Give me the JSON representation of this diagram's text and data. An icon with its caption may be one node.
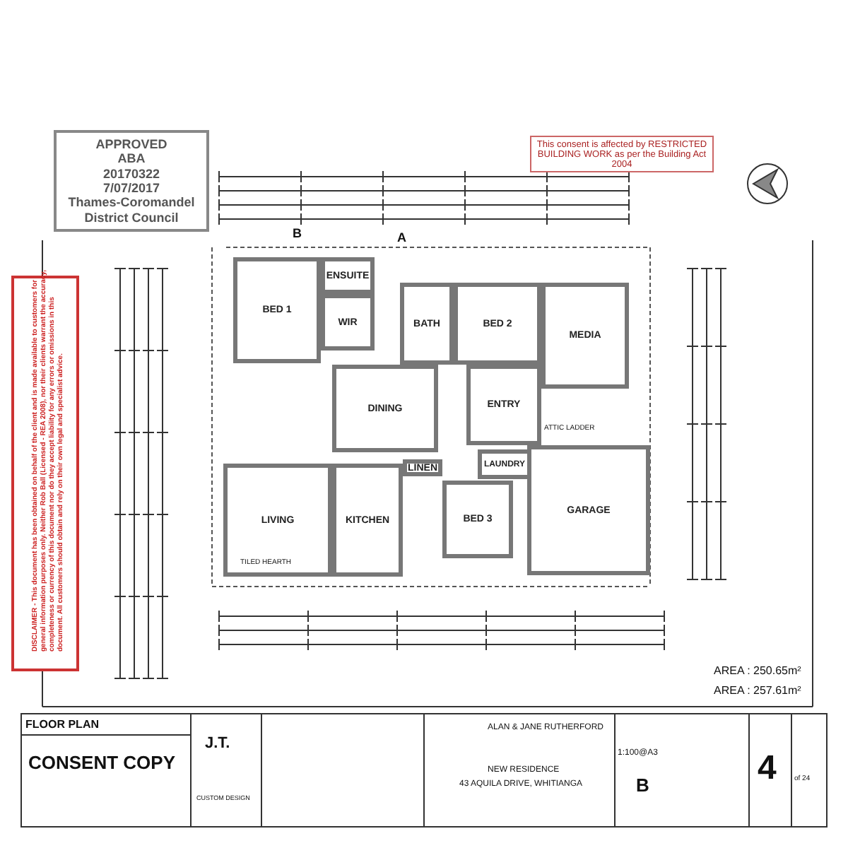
{
  "diagram": {
    "title": "FLOOR PLAN",
    "nodes": [
      {
        "text": [
          "APPROVED",
          "ABA",
          "20170322",
          "7/07/2017",
          "Thames-Coromandel District Council"
        ]
      },
      {
        "text": [
          "DISCLAIMER - This document has been obtained on behalf of the client and is made available to customers for general information purposes only. Neither Rob Ball (Licensed - REA 2008), nor their clients warrant the accuracy, completeness or currency of this document nor do they accept liability for any errors or omissions in this document. All customers should obtain and rely on their own legal and specialist advice."
        ]
      },
      {
        "text": [
          "This consent is affected by RESTRICTED BUILDING WORK as per the Building Act 2004"
        ]
      },
      {
        "text": [
          "BED 1"
        ]
      },
      {
        "text": [
          "ENSUITE"
        ]
      },
      {
        "text": [
          "WIR"
        ]
      },
      {
        "text": [
          "BATH"
        ]
      },
      {
        "text": [
          "BED 2"
        ]
      },
      {
        "text": [
          "MEDIA"
        ]
      },
      {
        "text": [
          "DINING"
        ]
      },
      {
        "text": [
          "ENTRY"
        ]
      },
      {
        "text": [
          "LINEN"
        ]
      },
      {
        "text": [
          "LAUNDRY"
        ]
      },
      {
        "text": [
          "LIVING"
        ]
      },
      {
        "text": [
          "KITCHEN"
        ]
      },
      {
        "text": [
          "BED 3"
        ]
      },
      {
        "text": [
          "GARAGE"
        ]
      }
    ],
    "labels": [
      "B",
      "A",
      "ATTIC LADDER",
      "TILED HEARTH",
      "AREA : 250.65m²",
      "AREA : 257.61m²",
      "CONSENT COPY",
      "J.T.",
      "CUSTOM DESIGN",
      "ALAN & JANE RUTHERFORD",
      "NEW RESIDENCE",
      "43 AQUILA DRIVE, WHITIANGA",
      "1:100@A3",
      "B",
      "4",
      "of 24"
    ]
  }
}
